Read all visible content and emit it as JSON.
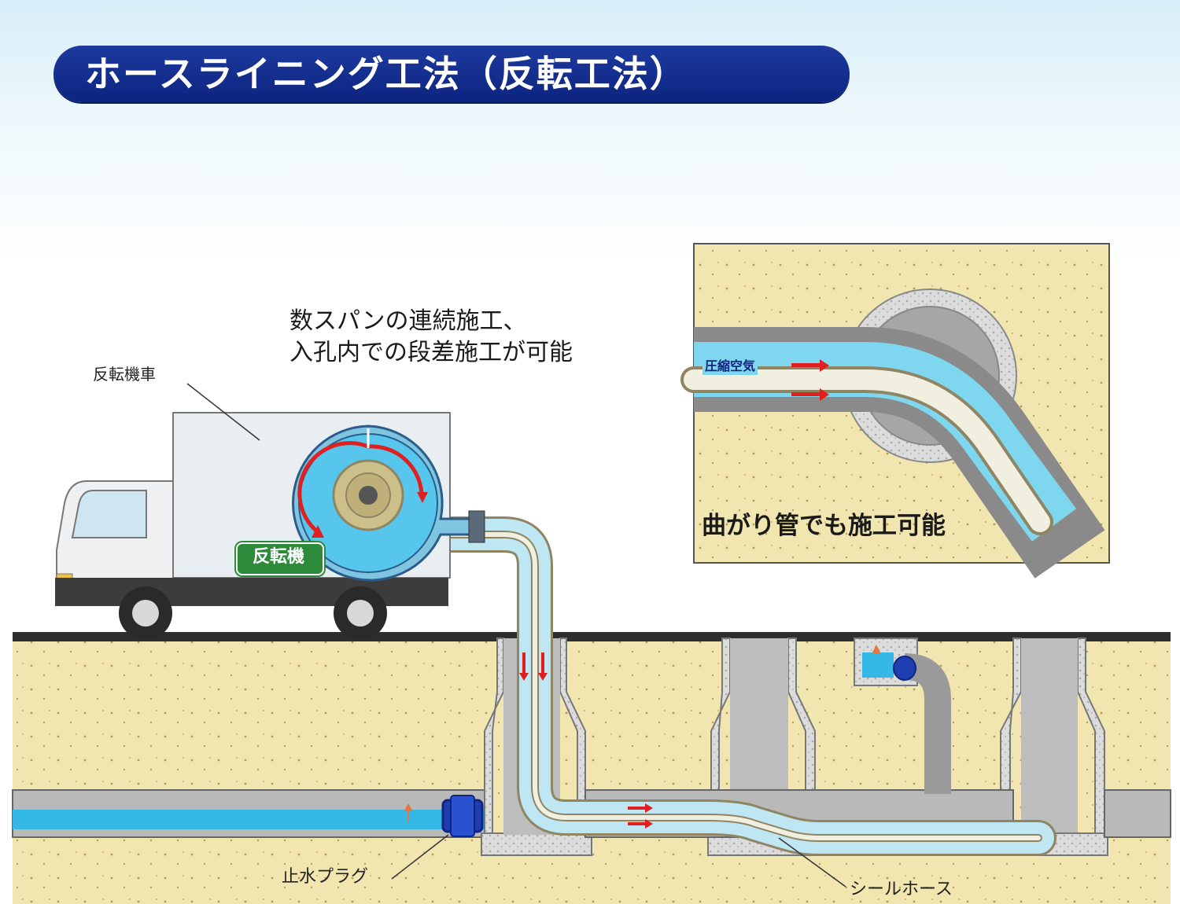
{
  "title": "ホースライニング工法（反転工法）",
  "feature_text": {
    "line1": "数スパンの連続施工、",
    "line2": "入孔内での段差施工が可能"
  },
  "labels": {
    "truck": "反転機車",
    "reverser": "反転機",
    "stop_plug": "止水プラグ",
    "seal_hose": "シールホース",
    "compressed_air": "圧縮空気"
  },
  "inset": {
    "caption": "曲がり管でも施工可能"
  },
  "colors": {
    "banner": "#0d2480",
    "soil": "#f2e6b0",
    "water": "#35b8e6",
    "pipe_concrete": "#b9b9b9",
    "arrow": "#e02020",
    "reverser_badge": "#2d8a3a"
  },
  "icons": [
    "truck-icon",
    "reverser-drum-icon",
    "stop-plug-icon",
    "manhole-icon",
    "arrow-icon"
  ]
}
